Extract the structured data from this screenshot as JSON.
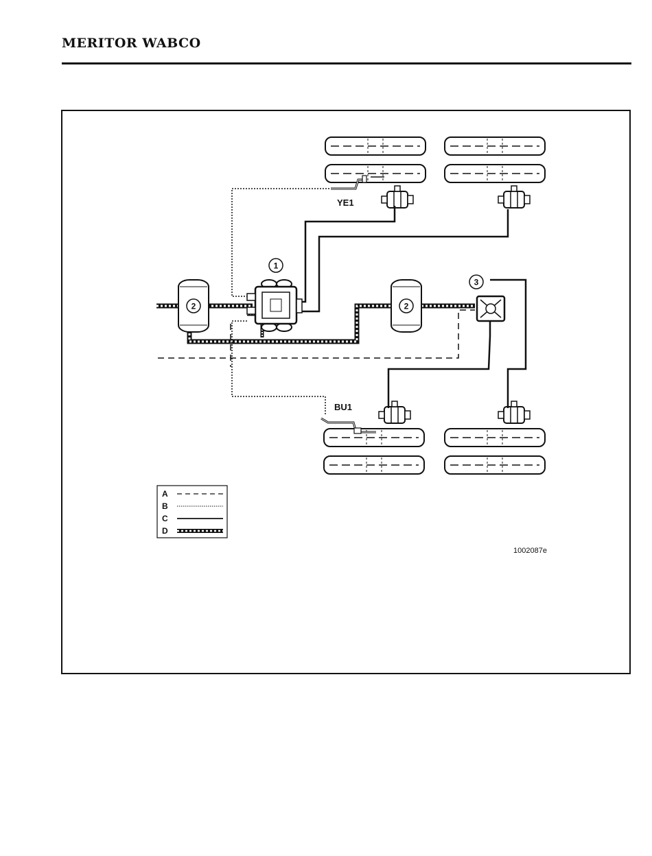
{
  "header": {
    "brand": "MERITOR WABCO"
  },
  "diagram": {
    "callouts": [
      "1",
      "2",
      "2",
      "3"
    ],
    "sensor_labels": {
      "top": "YE1",
      "bottom": "BU1"
    },
    "figure_id": "1002087e",
    "legend": [
      {
        "letter": "A",
        "style": "dashed"
      },
      {
        "letter": "B",
        "style": "dotted"
      },
      {
        "letter": "C",
        "style": "solid"
      },
      {
        "letter": "D",
        "style": "double-dotted"
      }
    ],
    "colors": {
      "line": "#111111",
      "background": "#ffffff"
    }
  }
}
